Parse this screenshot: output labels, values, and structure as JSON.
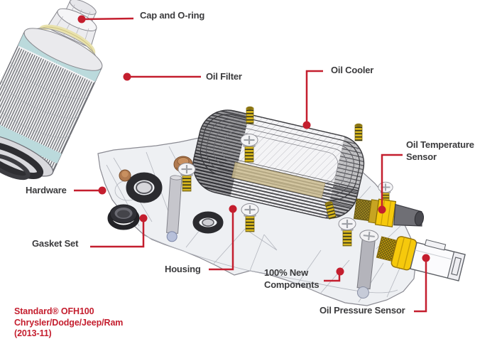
{
  "colors": {
    "leader_red": "#c41e2e",
    "label_text": "#3b3b3d",
    "teal_band": "#b7d8da",
    "oring_yellow": "#e9e2ae",
    "sensor_yellow": "#f6c90c",
    "housing_fill": "#eef0f3"
  },
  "labels": {
    "cap_oring": "Cap and O-ring",
    "oil_filter": "Oil Filter",
    "oil_cooler": "Oil Cooler",
    "oil_temp": {
      "line1": "Oil Temperature",
      "line2": "Sensor"
    },
    "hardware": "Hardware",
    "gasket_set": "Gasket Set",
    "housing": "Housing",
    "new_components": {
      "line1": "100% New",
      "line2": "Components"
    },
    "oil_pressure": "Oil Pressure Sensor"
  },
  "footer": {
    "line1": "Standard® OFH100",
    "line2": "Chrysler/Dodge/Jeep/Ram",
    "line3": "(2013-11)"
  }
}
